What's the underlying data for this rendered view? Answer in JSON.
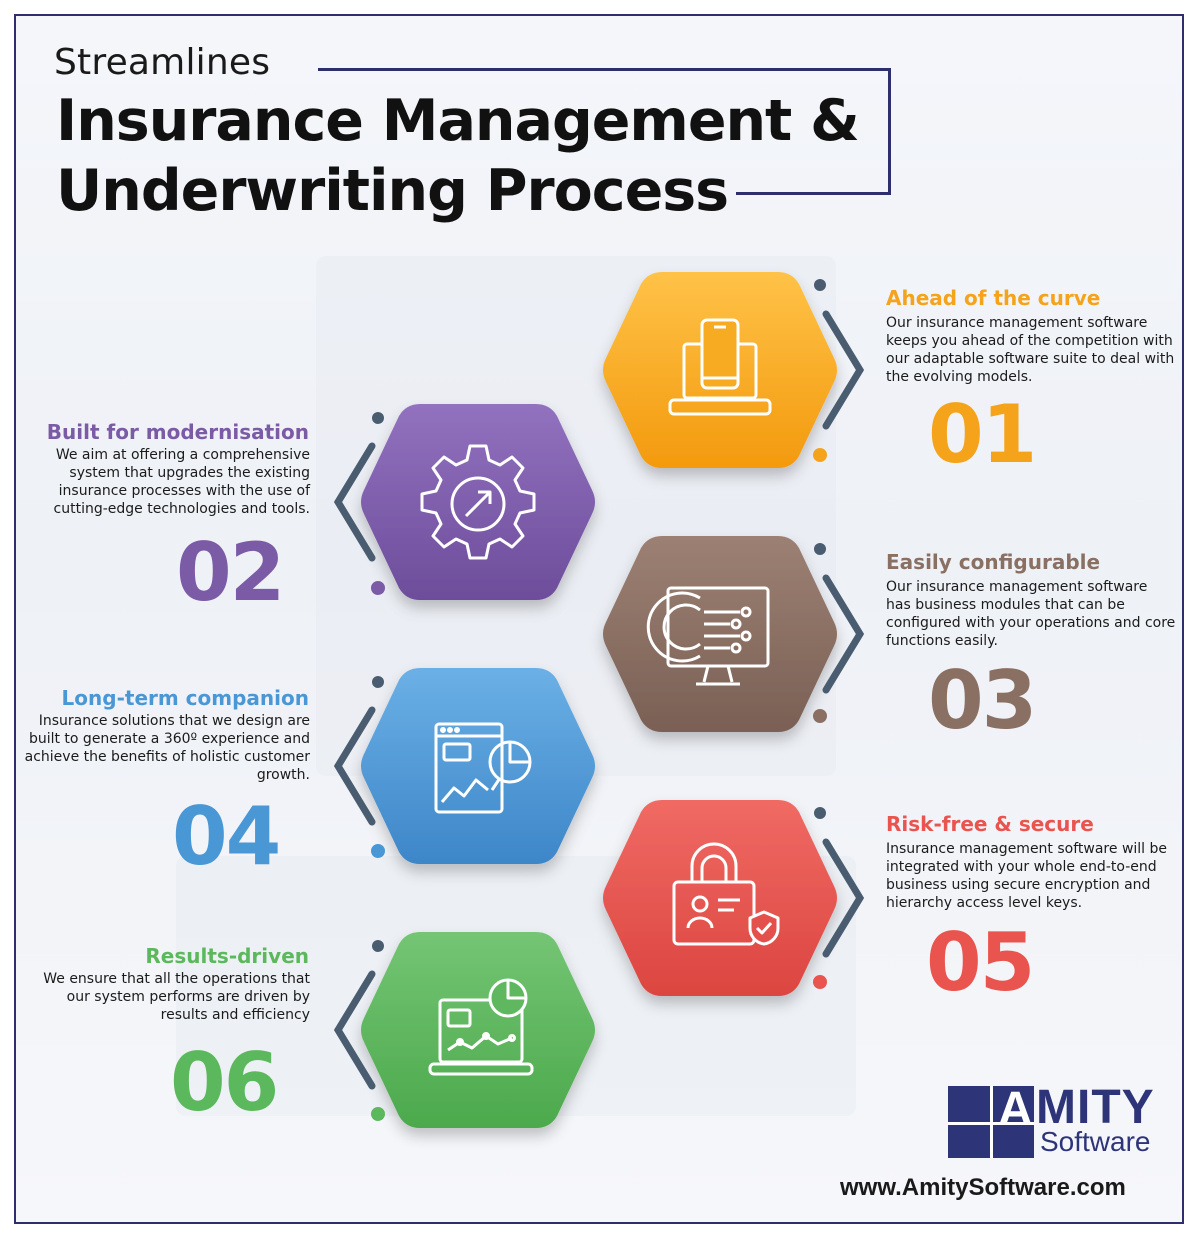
{
  "title": {
    "subtitle": "Streamlines",
    "line1": "Insurance Management &",
    "line2": "Underwriting Process"
  },
  "colors": {
    "navy": "#2c2f6b",
    "orange": "#f5a31a",
    "purple": "#7b5aa6",
    "brown": "#8a6f63",
    "blue": "#4a97d6",
    "red": "#e9544f",
    "green": "#5cb85c",
    "bracket": "#4a5d70"
  },
  "steps": [
    {
      "number": "01",
      "heading": "Ahead of the curve",
      "text": "Our insurance management software keeps you ahead of the competition with our adaptable software suite to deal with the evolving models.",
      "icon": "laptop-mobile-icon",
      "color": "#f5a31a"
    },
    {
      "number": "02",
      "heading": "Built for modernisation",
      "text": "We aim at offering a comprehensive system that upgrades the existing insurance processes with the use of cutting-edge technologies and tools.",
      "icon": "gear-arrow-icon",
      "color": "#7b5aa6"
    },
    {
      "number": "03",
      "heading": "Easily configurable",
      "text": "Our insurance management software has business modules that can be configured with your operations and core functions easily.",
      "icon": "monitor-circuit-icon",
      "color": "#8a6f63"
    },
    {
      "number": "04",
      "heading": "Long-term companion",
      "text": "Insurance solutions that we design are built to generate a 360º experience and achieve the benefits of holistic customer growth.",
      "icon": "analytics-report-icon",
      "color": "#4a97d6"
    },
    {
      "number": "05",
      "heading": "Risk-free & secure",
      "text": "Insurance management software will be integrated with your whole end-to-end business using secure encryption and hierarchy access level keys.",
      "icon": "padlock-shield-icon",
      "color": "#e9544f"
    },
    {
      "number": "06",
      "heading": "Results-driven",
      "text": "We ensure that all the operations that our system performs are driven by results and efficiency",
      "icon": "dashboard-chart-icon",
      "color": "#5cb85c"
    }
  ],
  "logo": {
    "letter": "A",
    "name": "MITY",
    "sub": "Software"
  },
  "url": "www.AmitySoftware.com"
}
